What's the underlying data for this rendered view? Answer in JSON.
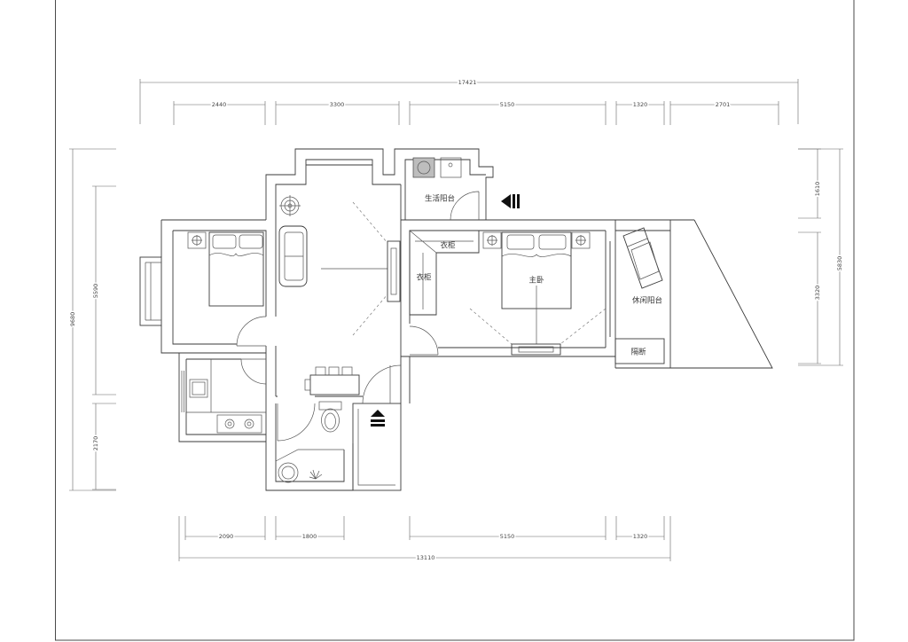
{
  "dimensions": {
    "top_overall": "17421",
    "top_segments": [
      "2440",
      "3300",
      "5150",
      "1320",
      "2701"
    ],
    "bottom_segments": [
      "2090",
      "1800",
      "5150",
      "1320"
    ],
    "bottom_overall": "13110",
    "left_overall": "9680",
    "left_segments": [
      "5590",
      "2170"
    ],
    "right_segments": [
      "1610",
      "3320"
    ],
    "right_overall": "5830"
  },
  "rooms": {
    "utility_balcony": "生活阳台",
    "wardrobe_top": "衣柜",
    "wardrobe_side": "衣柜",
    "master_bedroom": "主卧",
    "leisure_balcony": "休闲阳台",
    "partition": "隔断"
  },
  "icons": {
    "entrance_right": "entrance-marker-icon",
    "entrance_bottom": "entrance-marker-icon"
  },
  "colors": {
    "line": "#3a3a3a",
    "background": "#ffffff",
    "marker": "#111111"
  }
}
